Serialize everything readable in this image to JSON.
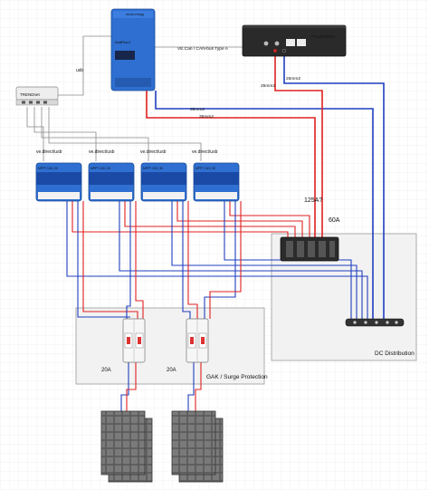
{
  "devices": {
    "router_brand": "TRENDnet",
    "inverter_brand": "victron energy",
    "inverter_model": "MultiPlus-II",
    "battery_brand": "PYLONTECH",
    "mppt_model": "MPPT 100 | 30"
  },
  "connections": {
    "can_bus": "VE.Can / CAN-bus Type A",
    "usb": "usb",
    "vedirect": [
      "ve.direct/usb",
      "ve.direct/usb",
      "ve.direct/usb",
      "ve.direct/usb"
    ],
    "cable_35_a": "35mm2",
    "cable_35_b": "35mm2",
    "cable_25_a": "25mm2",
    "cable_25_b": "25mm2",
    "fuse_125": "125A?",
    "fuse_60": "60A",
    "breaker_1": "20A",
    "breaker_2": "20A"
  },
  "zones": {
    "dc_distribution": "DC Distribution",
    "gak": "GAK / Surge Protection"
  },
  "colors": {
    "positive": "#e02020",
    "negative": "#1f3fbf",
    "data": "#8a8a8a",
    "victron_blue": "#2f6fd1",
    "zone_fill": "#f2f2f2",
    "zone_stroke": "#9a9a9a",
    "panel": "#4a4a4a"
  }
}
